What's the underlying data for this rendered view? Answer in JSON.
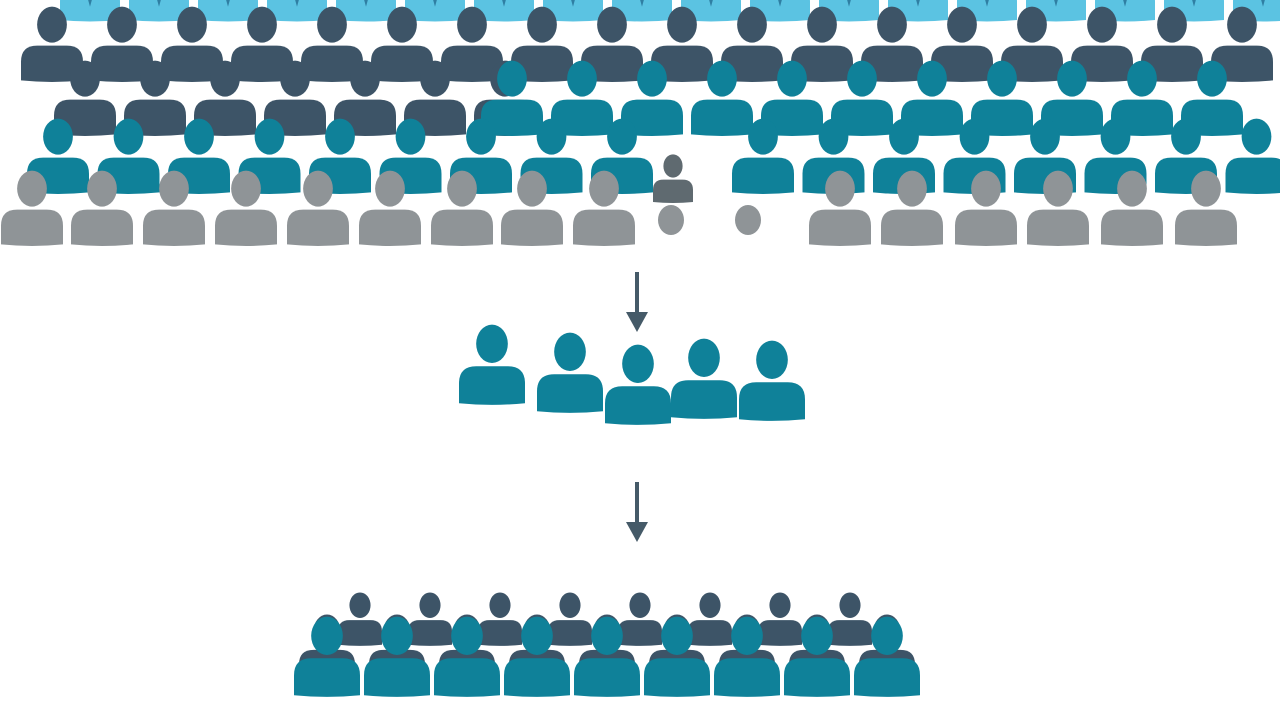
{
  "colors": {
    "light_blue": "#5bc3e2",
    "light_blue_tie": "#2f7fa3",
    "dark_slate": "#3d5467",
    "teal": "#0f8199",
    "gray": "#8f9497",
    "dark_gray": "#5f6a70",
    "arrow": "#455a68"
  },
  "icon": "person-icon",
  "groups": {
    "population": {
      "rows": [
        {
          "color": "light_blue",
          "count": 18
        },
        {
          "color": "dark_slate",
          "count": 18
        },
        {
          "color": "dark_slate",
          "count": 7
        },
        {
          "color": "teal",
          "count": 11
        },
        {
          "color": "teal",
          "count": 18
        },
        {
          "color": "gray",
          "count": 16
        }
      ]
    },
    "sample": {
      "color": "teal",
      "count": 5
    },
    "result": {
      "color": "teal",
      "count": 9,
      "back_color": "dark_slate",
      "back_count": 8,
      "middle_color": "dark_slate",
      "middle_count": 9
    }
  }
}
